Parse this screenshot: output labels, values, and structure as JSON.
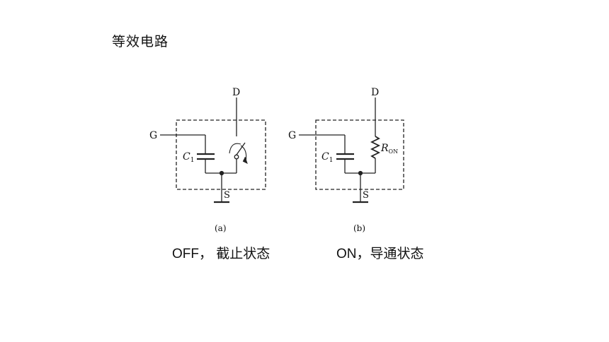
{
  "title": "等效电路",
  "circuit_a": {
    "pin_drain": "D",
    "pin_gate": "G",
    "pin_source": "S",
    "capacitor_label": "C",
    "capacitor_sub": "1",
    "sublabel": "(a)",
    "caption": "OFF， 截止状态"
  },
  "circuit_b": {
    "pin_drain": "D",
    "pin_gate": "G",
    "pin_source": "S",
    "capacitor_label": "C",
    "capacitor_sub": "1",
    "resistor_label": "R",
    "resistor_sub": "ON",
    "sublabel": "(b)",
    "caption": "ON，导通状态"
  }
}
